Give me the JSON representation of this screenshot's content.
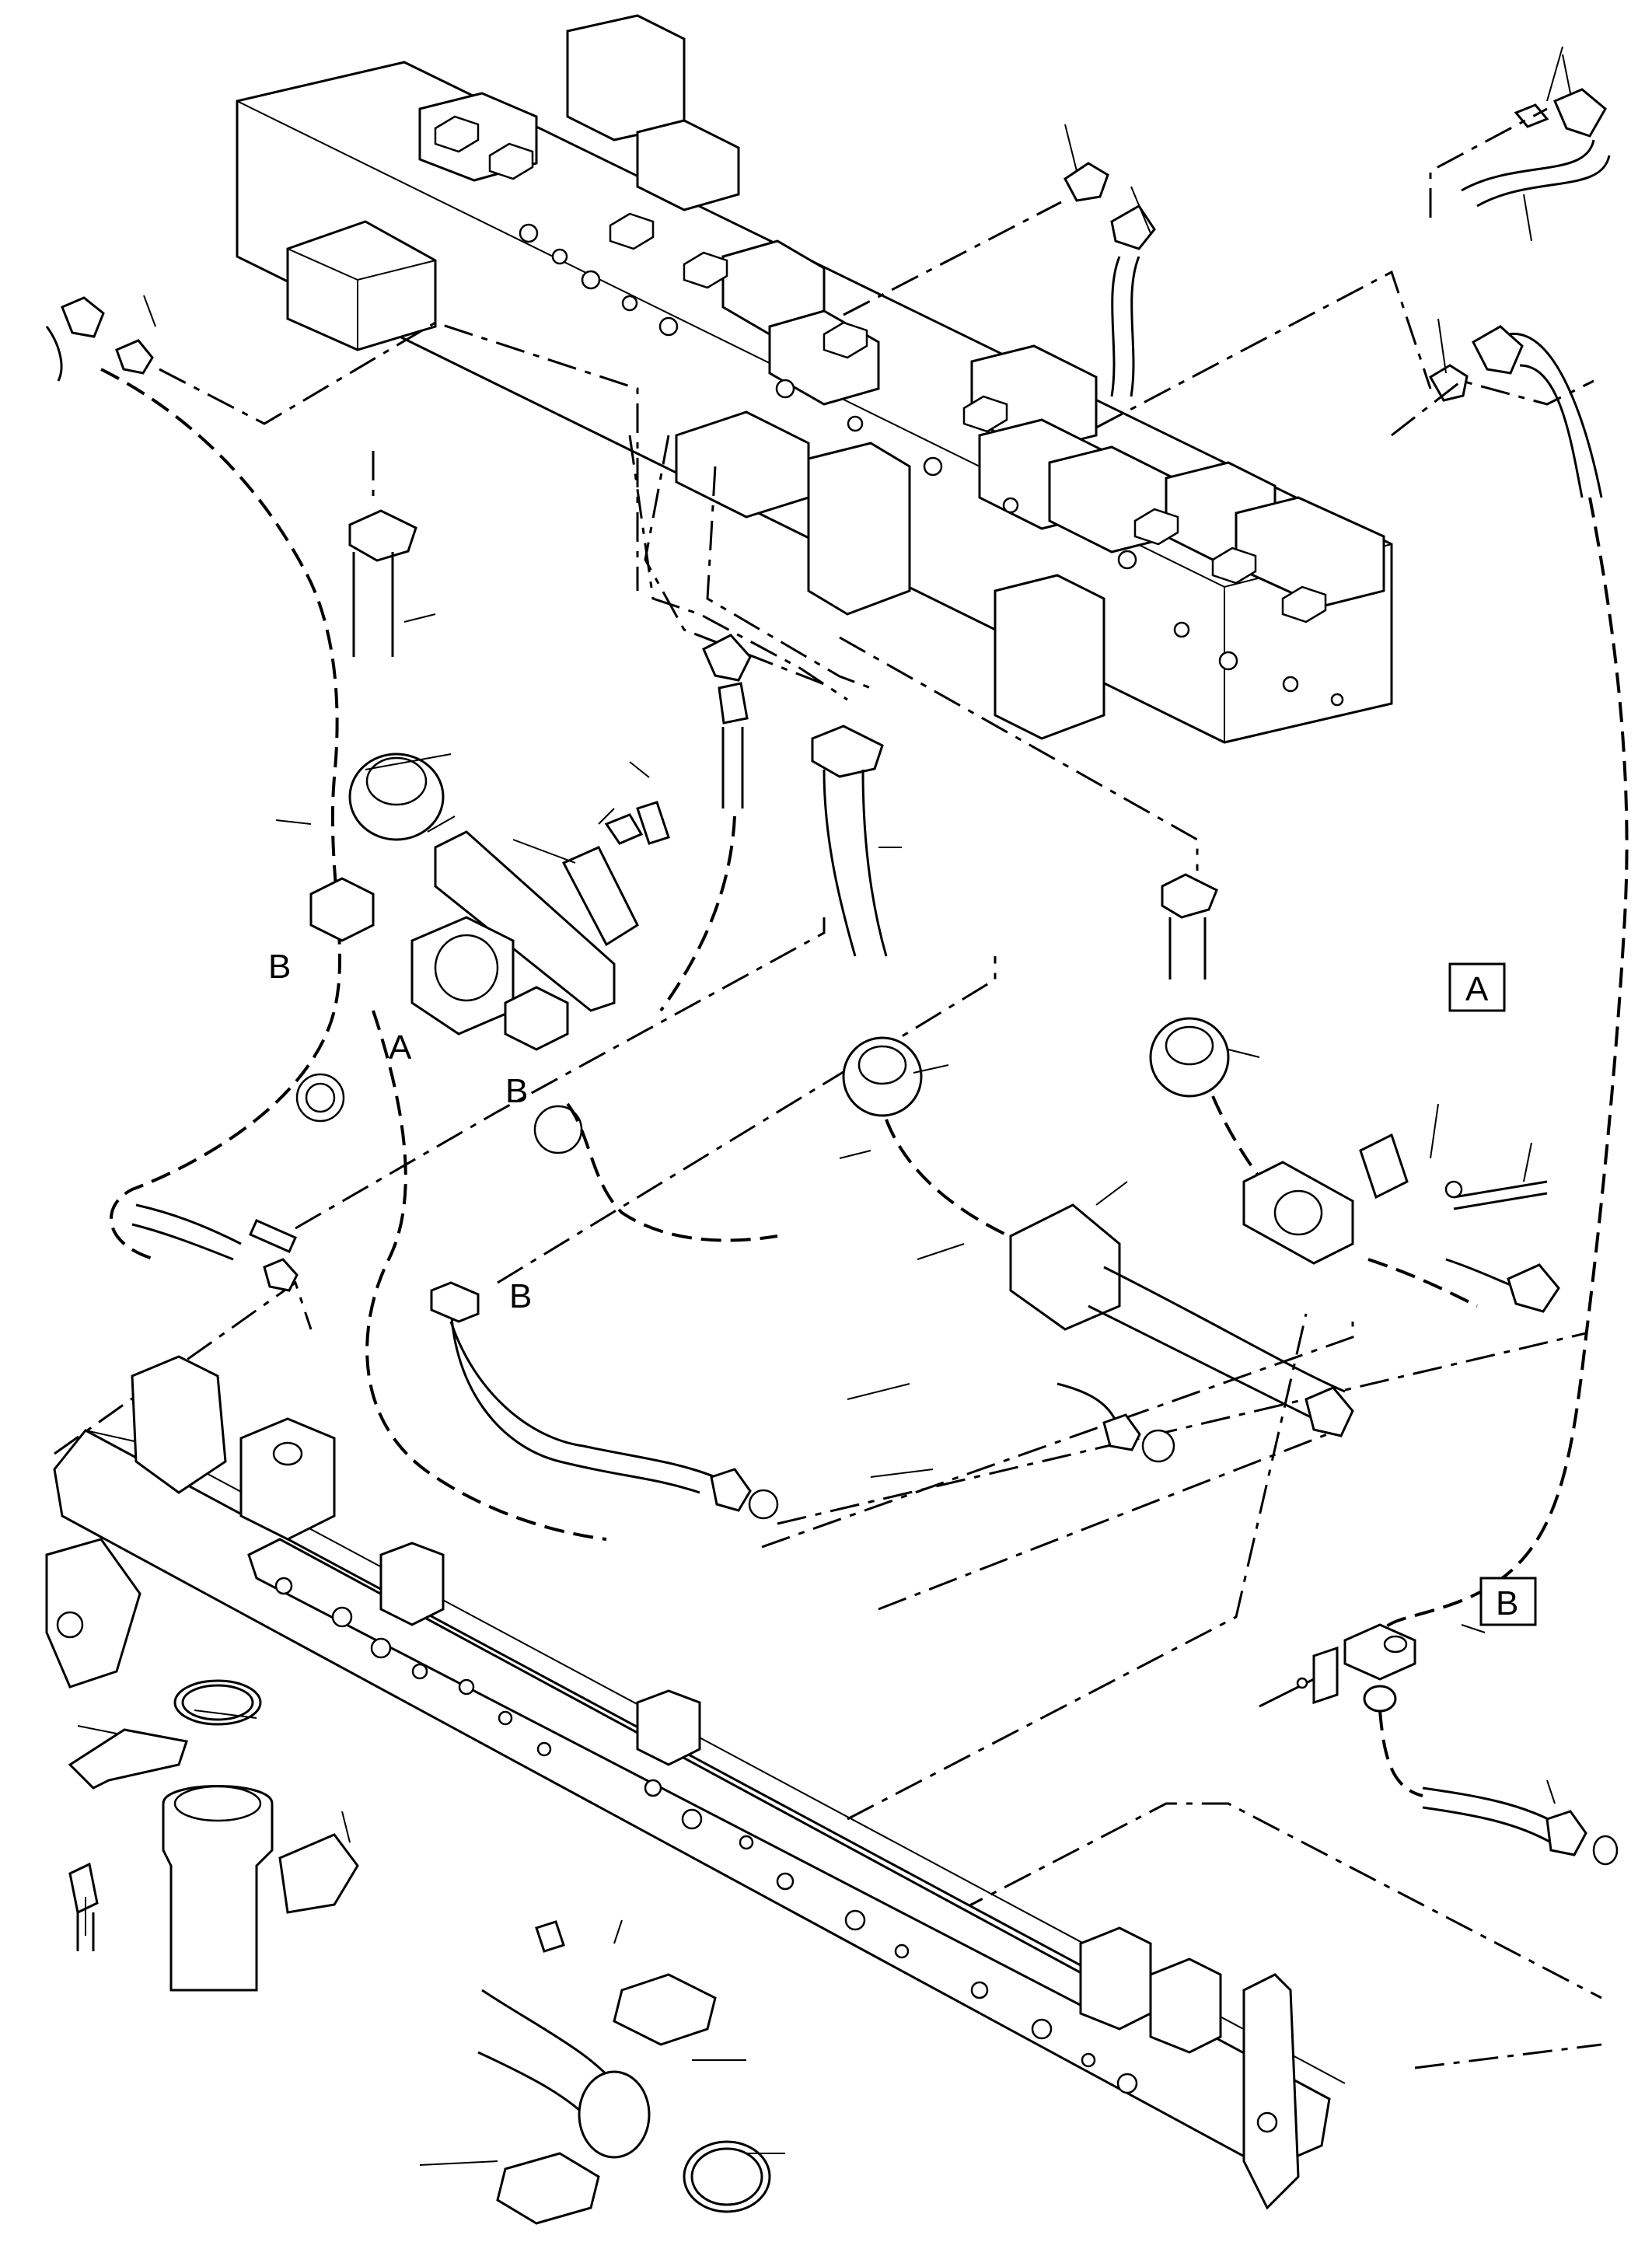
{
  "diagram": {
    "callouts": {
      "a_left": "A",
      "b_left": "B",
      "b_center": "B",
      "b_mid": "B",
      "box_a": "A",
      "box_b": "B"
    }
  }
}
